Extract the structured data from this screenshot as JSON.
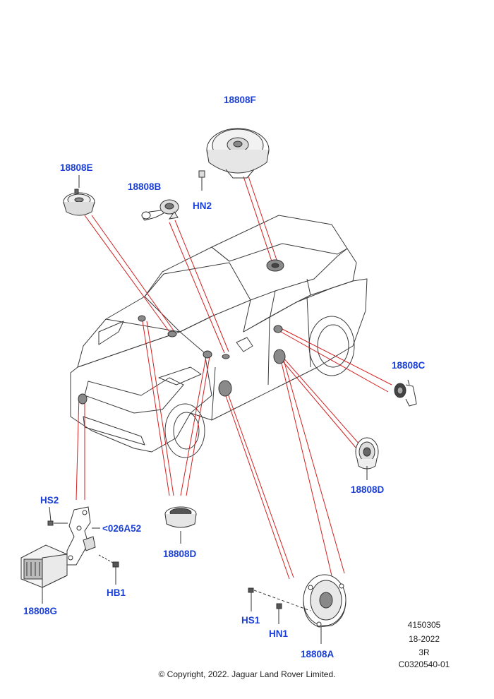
{
  "callouts": {
    "c_18808F": "18808F",
    "c_18808E": "18808E",
    "c_18808B": "18808B",
    "c_HN2": "HN2",
    "c_18808C": "18808C",
    "c_18808D_right": "18808D",
    "c_HS2": "HS2",
    "c_026A52": "<026A52",
    "c_18808D_center": "18808D",
    "c_HB1": "HB1",
    "c_18808G": "18808G",
    "c_HS1": "HS1",
    "c_HN1": "HN1",
    "c_18808A": "18808A"
  },
  "meta": {
    "ref": "4150305",
    "date": "18-2022",
    "rev": "3R",
    "code": "C0320540-01"
  },
  "copyright": "© Copyright, 2022. Jaguar Land Rover Limited.",
  "colors": {
    "callout": "#1a3fd6",
    "leader": "#d42020",
    "outline": "#333333"
  }
}
